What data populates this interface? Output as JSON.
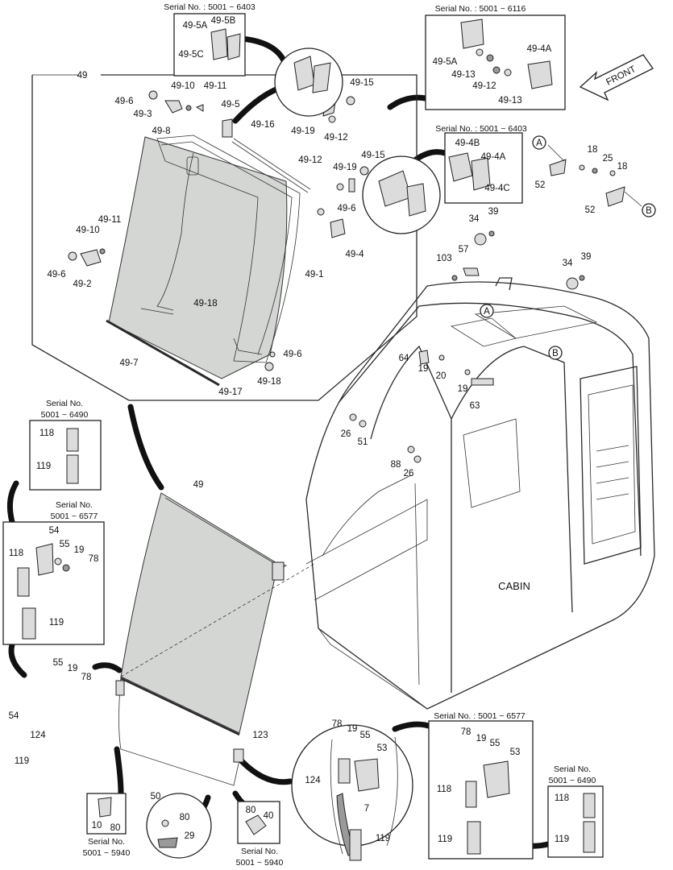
{
  "labels": {
    "p49": "49",
    "p49_5a": "49-5A",
    "p49_5b": "49-5B",
    "p49_5c": "49-5C",
    "p49_6": "49-6",
    "p49_10": "49-10",
    "p49_11": "49-11",
    "p49_3": "49-3",
    "p49_5": "49-5",
    "p49_15": "49-15",
    "p49_19": "49-19",
    "p49_12": "49-12",
    "p49_8": "49-8",
    "p49_16": "49-16",
    "p49_4": "49-4",
    "p49_4a": "49-4A",
    "p49_4b": "49-4B",
    "p49_4c": "49-4C",
    "p49_13": "49-13",
    "p49_1": "49-1",
    "p49_2": "49-2",
    "p49_18": "49-18",
    "p49_7": "49-7",
    "p49_17": "49-17",
    "p18": "18",
    "p25": "25",
    "p52": "52",
    "p34": "34",
    "p39": "39",
    "p57": "57",
    "p103": "103",
    "p64": "64",
    "p19": "19",
    "p20": "20",
    "p63": "63",
    "p26": "26",
    "p51": "51",
    "p88": "88",
    "p118": "118",
    "p119": "119",
    "p54": "54",
    "p55": "55",
    "p78": "78",
    "p124": "124",
    "p50": "50",
    "p123": "123",
    "p53": "53",
    "p7": "7",
    "p10": "10",
    "p80": "80",
    "p29": "29",
    "p40": "40"
  },
  "callouts": {
    "a": "A",
    "b": "B"
  },
  "cabin_label": "CABIN",
  "front_label": "FRONT",
  "serials": {
    "s6403": "Serial No. : 5001 ~ 6403",
    "s6116": "Serial No. : 5001 ~ 6116",
    "serial_no": "Serial No.",
    "r6490": "5001 ~ 6490",
    "r6577": "5001 ~ 6577",
    "s6577": "Serial No. : 5001 ~ 6577",
    "r5940": "5001 ~ 5940"
  },
  "colors": {
    "line": "#222222",
    "glass": "#d4d6d4",
    "background": "#ffffff"
  }
}
